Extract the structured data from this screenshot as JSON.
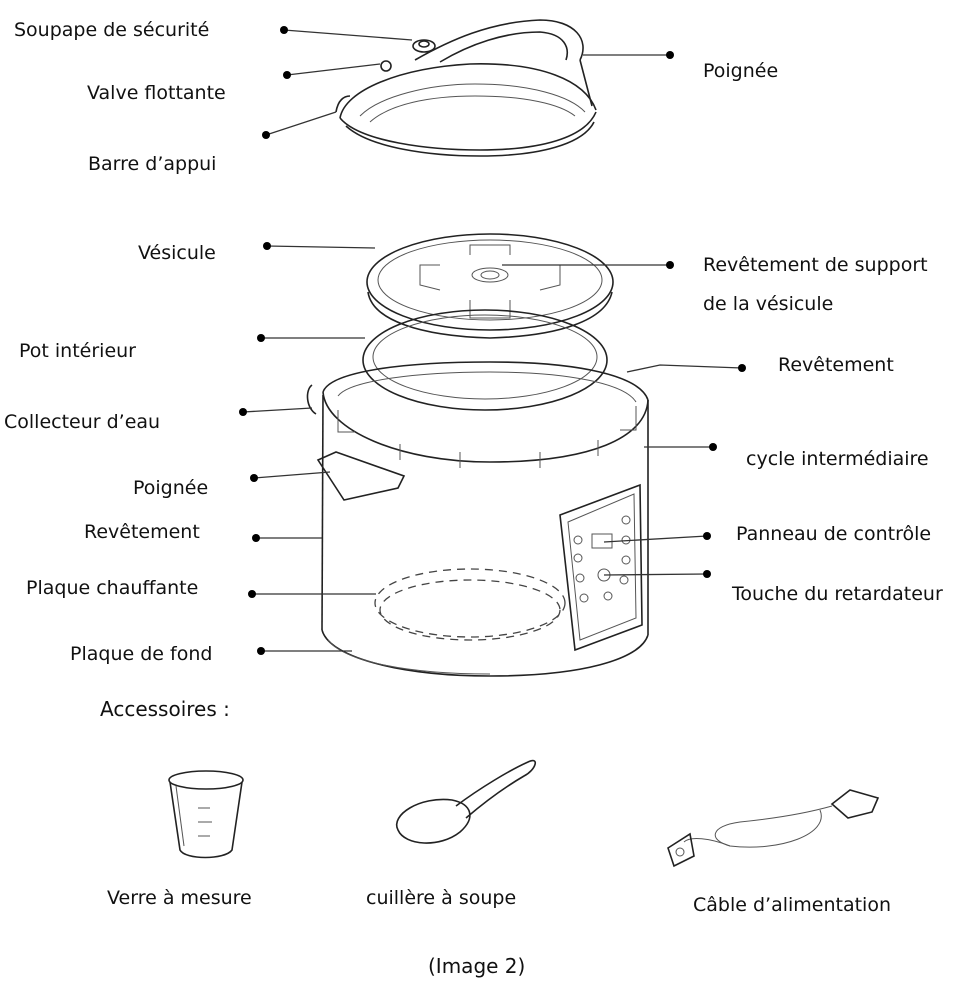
{
  "diagram": {
    "labels_left": [
      "Soupape de sécurité",
      "Valve flottante",
      "Barre d’appui",
      "Vésicule",
      "Pot intérieur",
      "Collecteur d’eau",
      "Poignée",
      "Revêtement",
      "Plaque chauffante",
      "Plaque de fond"
    ],
    "labels_right": [
      "Poignée",
      "Revêtement  de  support",
      "de la vésicule",
      "Revêtement",
      "cycle intermédiaire",
      "Panneau de contrôle",
      "Touche du retardateur"
    ],
    "accessories_heading": "Accessoires :",
    "accessories": [
      "Verre à mesure",
      "cuillère à soupe",
      "Câble d’alimentation"
    ],
    "caption": "(Image 2)"
  }
}
